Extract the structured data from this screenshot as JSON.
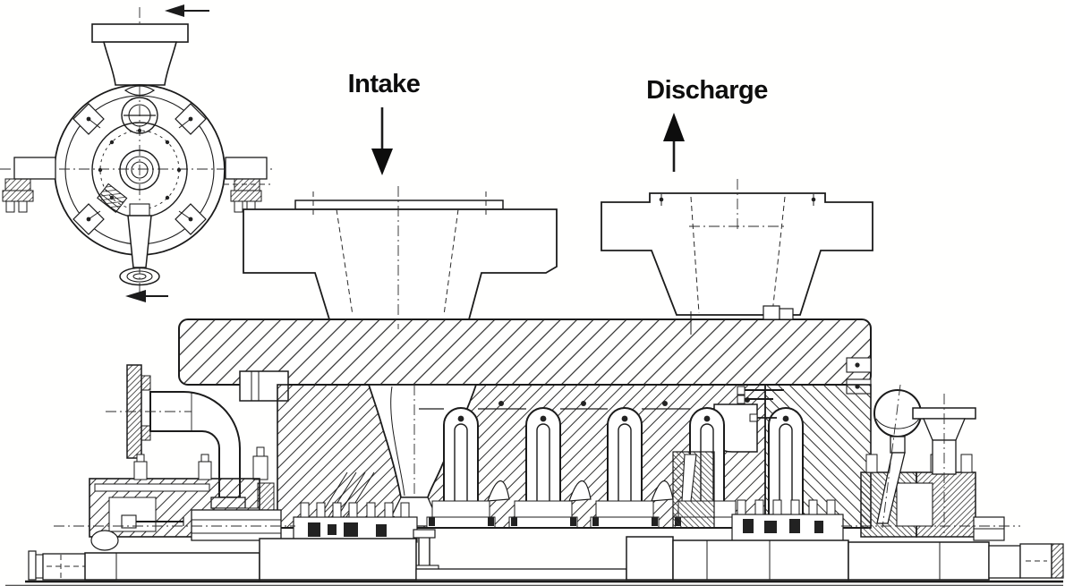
{
  "drawing": {
    "type": "engineering-cross-section",
    "subject": "multistage barrel pump longitudinal section with end view",
    "labels": {
      "intake": "Intake",
      "discharge": "Discharge"
    },
    "annotations": {
      "intake_arrow_direction": "down",
      "discharge_arrow_direction": "up"
    },
    "stage_diffuser_loops_visible": 5,
    "colors": {
      "ink": "#1b1b1b",
      "paper": "#ffffff"
    }
  }
}
